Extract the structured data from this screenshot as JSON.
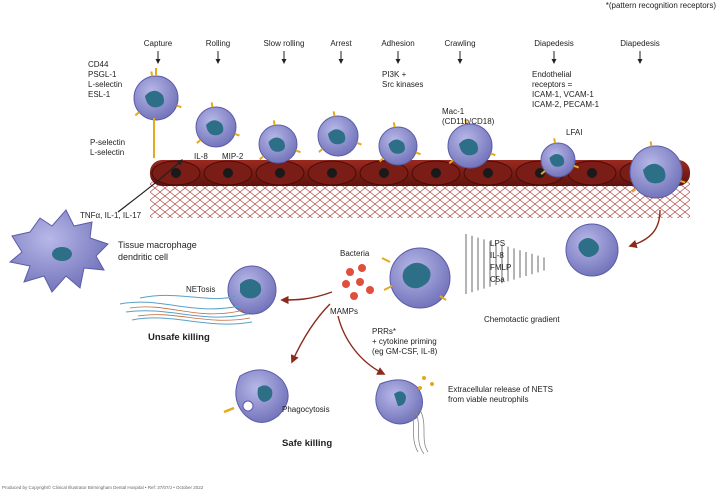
{
  "header_note": "*(pattern recognition receptors)",
  "stages": [
    {
      "label": "Capture"
    },
    {
      "label": "Rolling"
    },
    {
      "label": "Slow rolling"
    },
    {
      "label": "Arrest"
    },
    {
      "label": "Adhesion"
    },
    {
      "label": "Crawling"
    },
    {
      "label": "Diapedesis"
    },
    {
      "label": "Diapedesis"
    }
  ],
  "labels": {
    "cd44": "CD44",
    "psgl1": "PSGL-1",
    "lselectin": "L-selectin",
    "esl1": "ESL-1",
    "pselectin": "P-selectin",
    "lselectin2": "L-selectin",
    "il8": "IL-8",
    "mip2": "MIP-2",
    "pi3k": "PI3K +",
    "src": "Src kinases",
    "mac1": "Mac-1",
    "cd11b": "(CD11b/CD18)",
    "endo1": "Endothelial",
    "endo2": "receptors =",
    "endo3": "ICAM-1, VCAM-1",
    "endo4": "ICAM-2, PECAM-1",
    "lfa": "LFAI",
    "tnf": "TNFα, IL-1, IL-17",
    "macro1": "Tissue macrophage",
    "macro2": "dendritic cell",
    "lps": "LPS",
    "il8b": "IL-8",
    "fmlp": "FMLP",
    "c5a": "C5a",
    "chemo": "Chemotactic gradient",
    "bacteria": "Bacteria",
    "mamps": "MAMPs",
    "netosis": "NETosis",
    "unsafe": "Unsafe killing",
    "prr1": "PRRs*",
    "prr2": "+ cytokine priming",
    "prr3": "(eg GM-CSF, IL-8)",
    "phago": "Phagocytosis",
    "safe": "Safe killing",
    "ext1": "Extracellular release of NETS",
    "ext2": "from viable neutrophils",
    "footer": "Produced by Copyright© Clinical Illustrator Birmingham Dental Hospital • Ref: 37/07/J • October 2022"
  },
  "colors": {
    "cell": "#7e7fc4",
    "nucleus": "#2d6f86",
    "vessel": "#7a1d16",
    "receptor": "#e2aa1c",
    "bacteria": "#e04e3c",
    "arrow": "#8a2a1c"
  }
}
